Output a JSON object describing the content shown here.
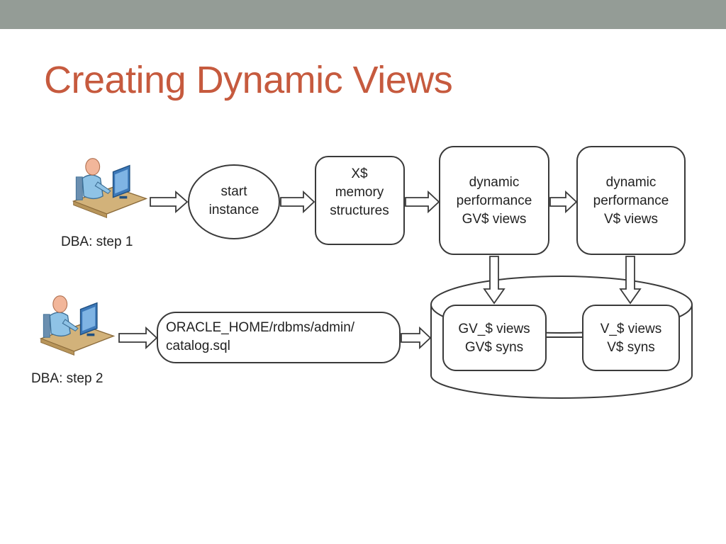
{
  "slide": {
    "title": "Creating Dynamic Views"
  },
  "diagram": {
    "actors": [
      {
        "id": "dba1",
        "label": "DBA: step 1"
      },
      {
        "id": "dba2",
        "label": "DBA: step 2"
      }
    ],
    "nodes": {
      "start_instance": [
        "start",
        "instance"
      ],
      "xs_memory": [
        "X$",
        "memory",
        "structures"
      ],
      "gv_perf": [
        "dynamic",
        "performance",
        "GV$ views"
      ],
      "v_perf": [
        "dynamic",
        "performance",
        "V$ views"
      ],
      "catalog": [
        "ORACLE_HOME/rdbms/admin/",
        "catalog.sql"
      ],
      "gv_views": [
        "GV_$ views",
        "GV$ syns"
      ],
      "v_views": [
        "V_$ views",
        "V$ syns"
      ]
    },
    "colors": {
      "title": "#c65a3e",
      "top_bar": "#949c96",
      "person_skin": "#8fc3e6",
      "person_outline": "#3d6f96",
      "desk": "#d2b27a",
      "monitor": "#3c78b8"
    }
  }
}
